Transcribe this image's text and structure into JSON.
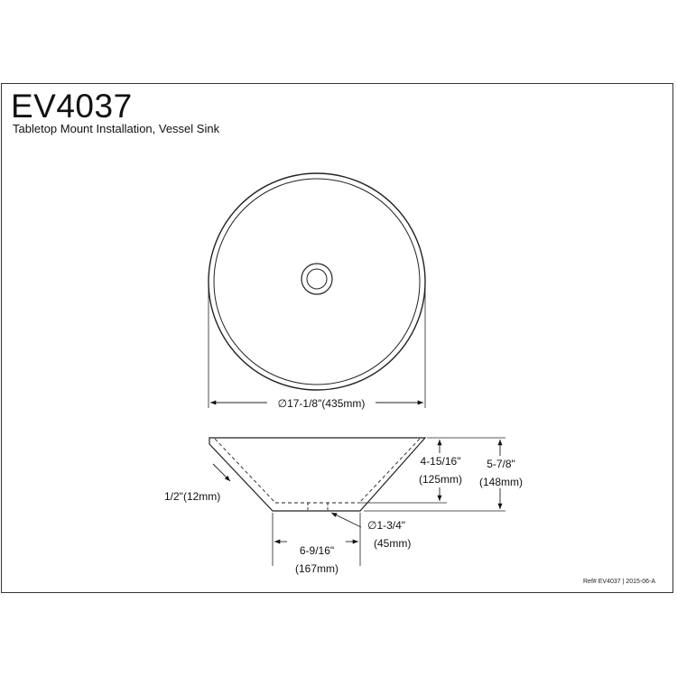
{
  "header": {
    "model": "EV4037",
    "description": "Tabletop Mount Installation, Vessel Sink"
  },
  "dimensions": {
    "diameter": "∅17-1/8\"(435mm)",
    "wall_thickness": "1/2\"(12mm)",
    "inner_depth": "4-15/16\"",
    "inner_depth_mm": "(125mm)",
    "overall_height": "5-7/8\"",
    "overall_height_mm": "(148mm)",
    "drain_diameter": "∅1-3/4\"",
    "drain_diameter_mm": "(45mm)",
    "base_diameter": "6-9/16\"",
    "base_diameter_mm": "(167mm)"
  },
  "footer": {
    "ref": "Ref# EV4037 | 2015-06-A"
  }
}
